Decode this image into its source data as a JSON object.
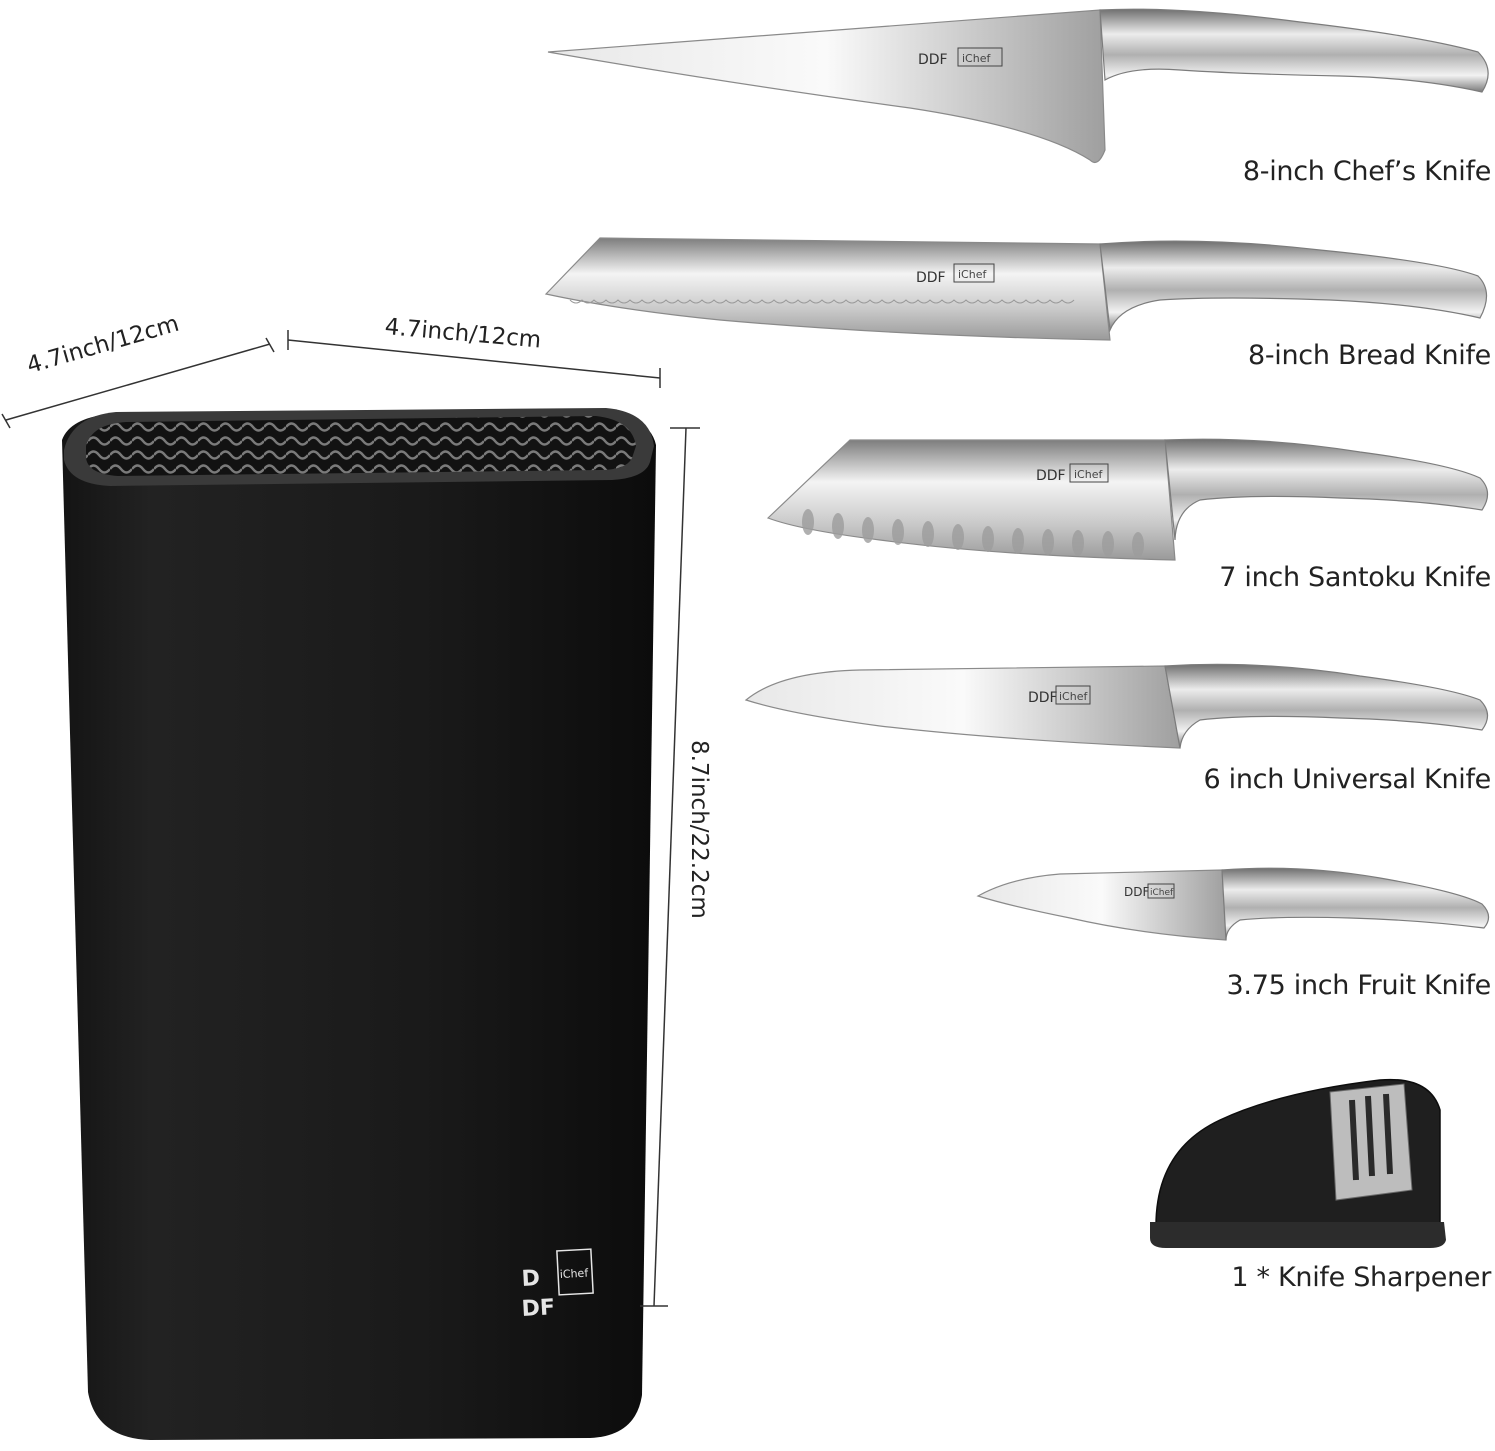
{
  "colors": {
    "background": "#ffffff",
    "block": "#1b1b1b",
    "steel_light": "#f2f2f2",
    "steel_dark": "#8c8c8c",
    "text": "#222222"
  },
  "block": {
    "depth_label": "4.7inch/12cm",
    "width_label": "4.7inch/12cm",
    "height_label": "8.7inch/22.2cm",
    "logo_ddf": "DDF",
    "logo_brand": "iChef"
  },
  "items": [
    {
      "label": "8-inch Chef’s Knife",
      "logo": "iChef"
    },
    {
      "label": "8-inch Bread Knife",
      "logo": "iChef"
    },
    {
      "label": "7 inch Santoku Knife",
      "logo": "iChef"
    },
    {
      "label": "6 inch Universal Knife",
      "logo": "iChef"
    },
    {
      "label": "3.75 inch Fruit Knife",
      "logo": "iChef"
    },
    {
      "label": "1 * Knife Sharpener",
      "logo": ""
    }
  ]
}
